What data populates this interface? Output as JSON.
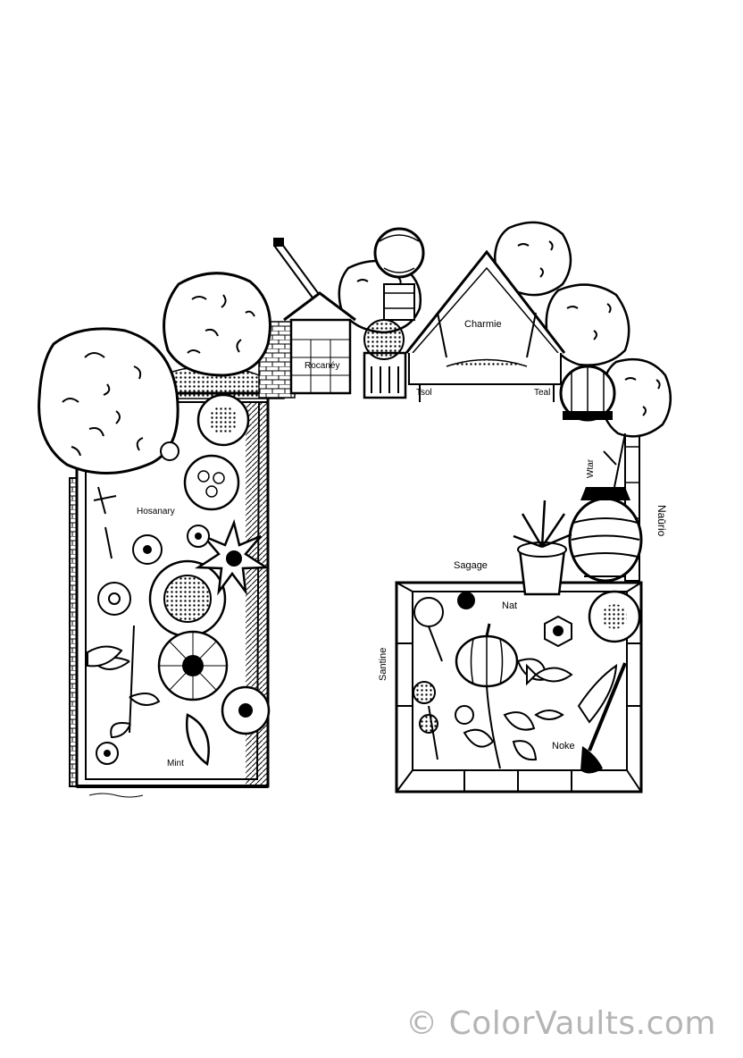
{
  "labels": {
    "shed": "Rocanéy",
    "tent": "Charmie",
    "tool_left": "Tsol",
    "tool_right": "Teal",
    "left_top": "Hosanary",
    "left_bottom": "Mint",
    "water": "Wtar",
    "nature": "Naŭrio",
    "sage": "Sagage",
    "nat": "Nat",
    "santine": "Santine",
    "note": "Noke"
  },
  "watermark": "© ColorVaults.com",
  "colors": {
    "ink": "#000000",
    "paper": "#ffffff",
    "watermark": "#b5b5b5"
  }
}
